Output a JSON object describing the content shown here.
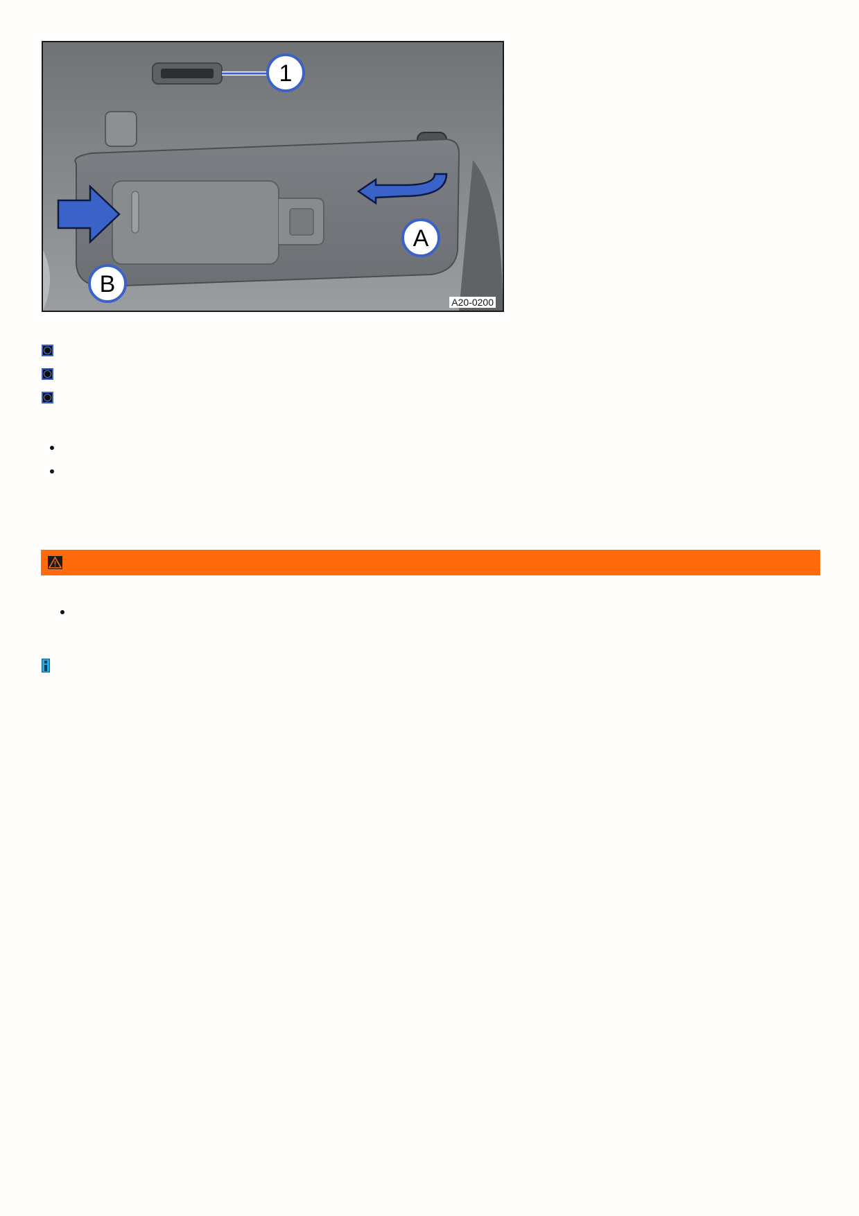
{
  "figure": {
    "image_id": "A20-0200",
    "callouts": [
      "1",
      "A",
      "B"
    ]
  },
  "colors": {
    "warning_bar": "#ff6a0d",
    "callout_blue": "#3a62c8",
    "info_icon": "#2aa7e0"
  },
  "icons": {
    "list_markers": [
      "square-bullet-icon",
      "square-bullet-icon",
      "square-bullet-icon"
    ],
    "bullets": [
      "bullet-dot-icon",
      "bullet-dot-icon",
      "bullet-dot-icon"
    ],
    "warning": "warning-triangle-icon",
    "note": "info-icon"
  }
}
